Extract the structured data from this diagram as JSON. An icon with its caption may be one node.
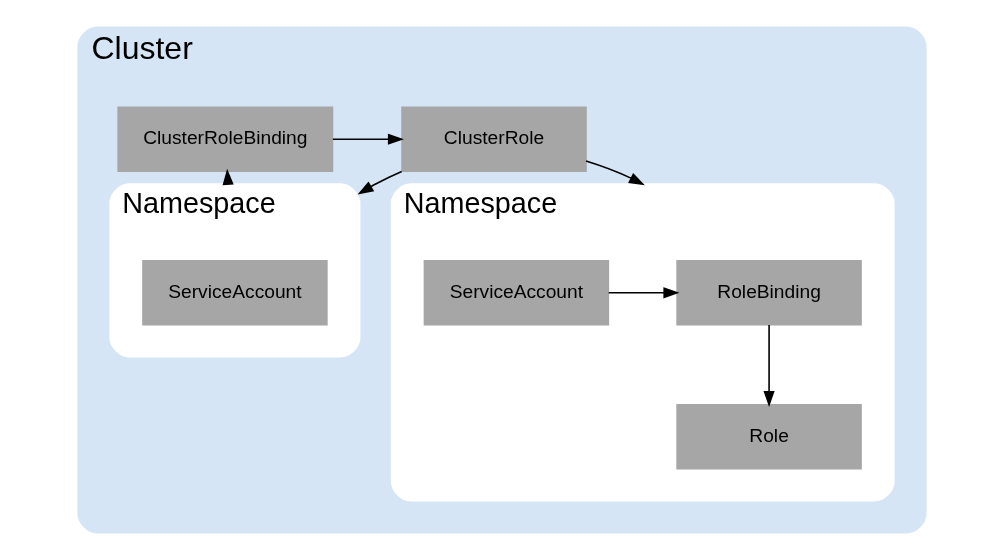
{
  "diagram": {
    "nodes": [
      {
        "text": [
          "Cluster"
        ]
      },
      {
        "text": [
          "ClusterRole"
        ],
        "in": 0
      },
      {
        "text": [
          "ClusterRoleBinding"
        ],
        "in": 0
      },
      {
        "text": [
          "Namespace"
        ],
        "in": 0
      },
      {
        "text": [
          "RoleBinding"
        ],
        "in": 3
      },
      {
        "text": [
          "ServiceAccount"
        ],
        "in": 3
      },
      {
        "text": [
          "Role"
        ],
        "in": 3
      },
      {
        "text": [
          "Namespace"
        ],
        "in": 0
      },
      {
        "text": [
          "ServiceAccount"
        ],
        "in": 7
      }
    ],
    "edges": [
      {
        "from": 2,
        "to": 1,
        "arrow": "to"
      },
      {
        "from": 1,
        "to": 3,
        "arrow": "to"
      },
      {
        "from": 1,
        "to": 7,
        "arrow": "to"
      },
      {
        "from": 7,
        "to": 2,
        "arrow": "to"
      },
      {
        "from": 5,
        "to": 4,
        "arrow": "to"
      },
      {
        "from": 4,
        "to": 6,
        "arrow": "to"
      }
    ]
  }
}
